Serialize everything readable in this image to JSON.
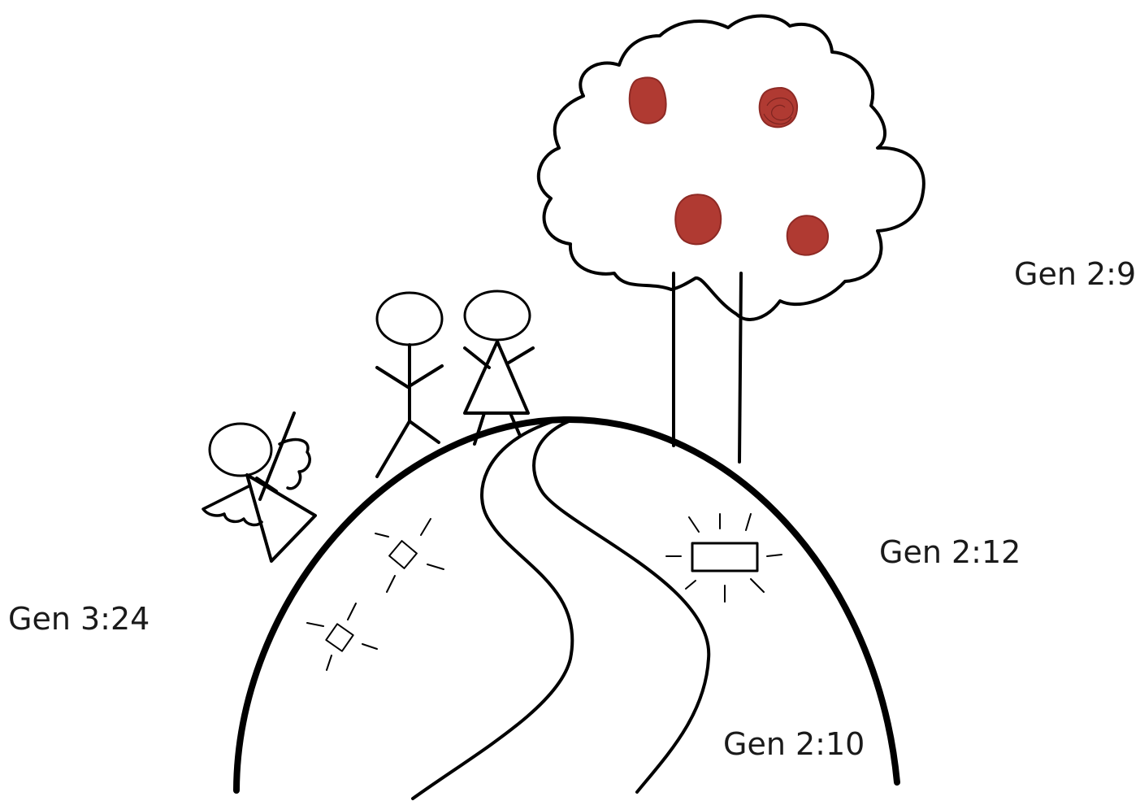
{
  "labels": {
    "tree_of_life": "Gen 2:9",
    "gold_and_stones": "Gen 2:12",
    "river": "Gen 2:10",
    "cherubim": "Gen 3:24"
  },
  "colors": {
    "ink": "#000000",
    "fruit": "#b03a32",
    "background": "#ffffff"
  },
  "icons": {
    "tree": "tree-icon",
    "fruit": "apple-icon",
    "man": "stick-figure-man-icon",
    "woman": "stick-figure-woman-icon",
    "angel": "angel-with-sword-icon",
    "gem": "sparkling-gem-icon",
    "gold": "gold-bar-icon",
    "river": "river-icon",
    "hill": "hill-icon"
  }
}
